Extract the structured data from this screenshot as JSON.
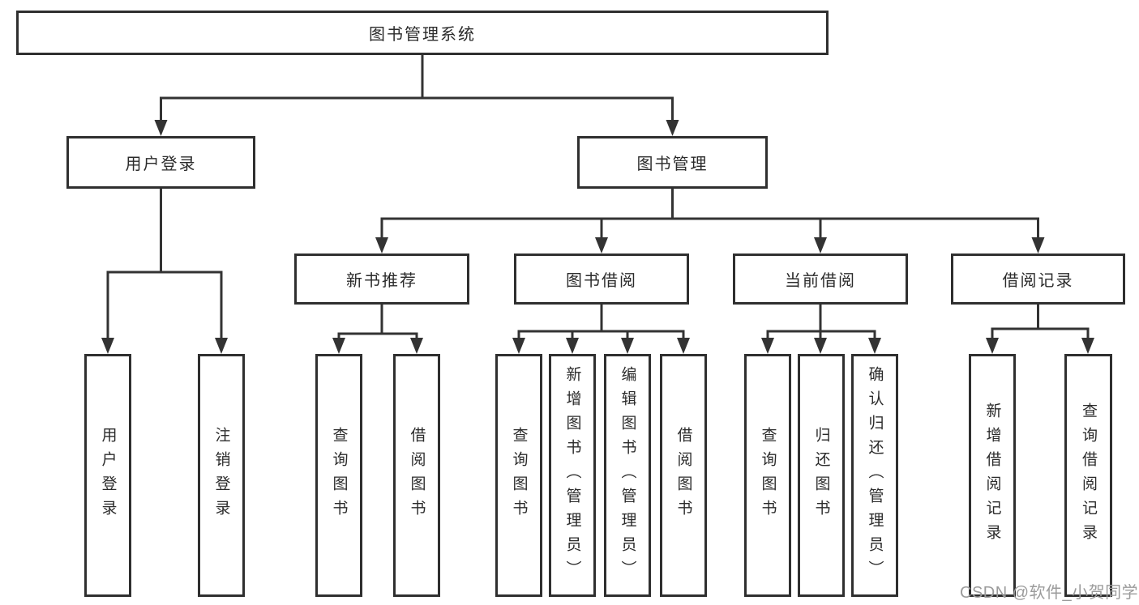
{
  "diagram": {
    "root": {
      "label": "图书管理系统"
    },
    "level2": {
      "user_login": {
        "label": "用户登录"
      },
      "book_mgmt": {
        "label": "图书管理"
      }
    },
    "level3": {
      "new_book_rec": {
        "label": "新书推荐"
      },
      "book_borrow": {
        "label": "图书借阅"
      },
      "current_borrow": {
        "label": "当前借阅"
      },
      "borrow_records": {
        "label": "借阅记录"
      }
    },
    "leaves": {
      "user_login": {
        "label": "用户登录",
        "parent": "用户登录"
      },
      "logout": {
        "label": "注销登录",
        "parent": "用户登录"
      },
      "query_books_1": {
        "label": "查询图书",
        "parent": "新书推荐"
      },
      "borrow_books_1": {
        "label": "借阅图书",
        "parent": "新书推荐"
      },
      "query_books_2": {
        "label": "查询图书",
        "parent": "图书借阅"
      },
      "add_book_admin": {
        "label": "新增图书（管理员）",
        "parent": "图书借阅"
      },
      "edit_book_admin": {
        "label": "编辑图书（管理员）",
        "parent": "图书借阅"
      },
      "borrow_books_2": {
        "label": "借阅图书",
        "parent": "图书借阅"
      },
      "query_books_3": {
        "label": "查询图书",
        "parent": "当前借阅"
      },
      "return_book": {
        "label": "归还图书",
        "parent": "当前借阅"
      },
      "confirm_return_admin": {
        "label": "确认归还（管理员）",
        "parent": "当前借阅"
      },
      "add_borrow_record": {
        "label": "新增借阅记录",
        "parent": "借阅记录"
      },
      "query_borrow_record": {
        "label": "查询借阅记录",
        "parent": "借阅记录"
      }
    },
    "colors": {
      "line": "#333333",
      "box_border": "#2f2f2f",
      "text": "#2b2b2b",
      "background": "#ffffff",
      "watermark": "#9b9b9b"
    }
  },
  "watermark": {
    "text": "CSDN @软件_小贺同学"
  }
}
